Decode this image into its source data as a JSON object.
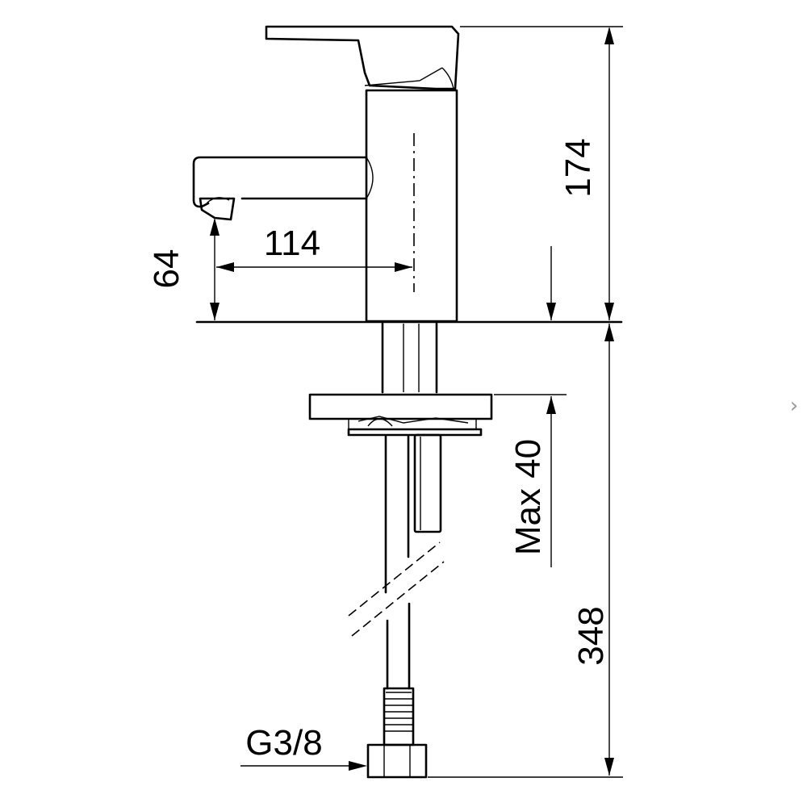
{
  "diagram": {
    "dimensions": {
      "total_height": "174",
      "spout_height": "64",
      "spout_reach": "114",
      "max_counter_thickness": "Max 40",
      "hose_length": "348"
    },
    "connection_label": "G3/8"
  },
  "navigation": {
    "next_icon": "chevron-right-icon",
    "next_glyph": "›"
  }
}
